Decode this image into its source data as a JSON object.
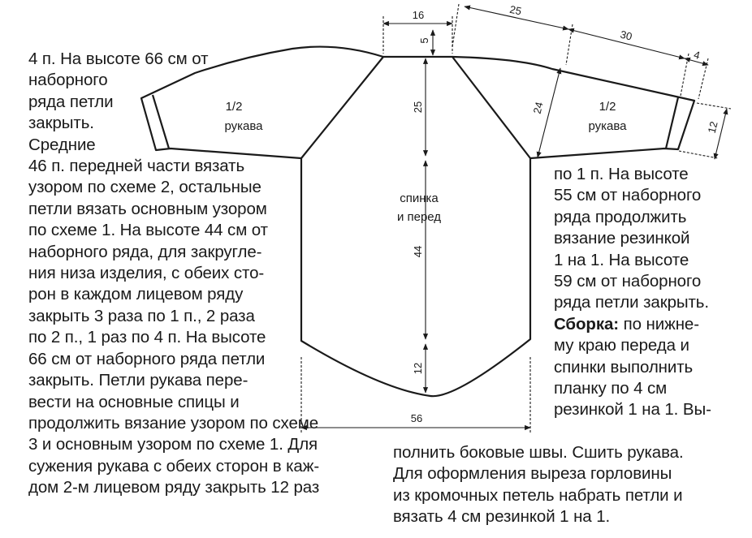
{
  "left_text": [
    "4 п. На высоте 66 см от",
    "наборного",
    "ряда петли",
    "закрыть.",
    "Средние",
    "46 п. передней части вязать",
    "узором по схеме 2, остальные",
    "петли вязать основным узором",
    "по схеме 1. На высоте 44 см от",
    "наборного ряда, для закругле-",
    "ния низа изделия, с обеих сто-",
    "рон в каждом лицевом ряду",
    "закрыть 3 раза по 1 п., 2 раза",
    "по 2 п., 1 раз по 4 п. На высоте",
    "66 см от наборного ряда петли",
    "закрыть. Петли  рукава пере-",
    "вести на основные спицы и",
    "продолжить вязание узором по схеме",
    "3 и основным узором по схеме 1. Для",
    "сужения рукава с обеих сторон в каж-",
    "дом 2-м лицевом ряду закрыть 12 раз"
  ],
  "right_text": [
    "по 1 п. На высоте",
    "55 см от наборного",
    "ряда продолжить",
    "вязание резинкой",
    "1 на 1. На высоте",
    "59 см от наборного",
    "ряда петли закрыть."
  ],
  "assembly": {
    "heading": "Сборка:",
    "first_line_rest": " по нижне-",
    "lines": [
      "му краю переда и",
      "спинки выполнить",
      "планку по 4 см",
      "резинкой 1 на 1. Вы-"
    ]
  },
  "bottom_text": [
    "полнить боковые швы. Сшить рукава.",
    "Для оформления выреза горловины",
    "из кромочных петель  набрать петли и",
    "вязать  4 см резинкой 1 на 1."
  ],
  "diagram": {
    "body_label": [
      "спинка",
      "и перед"
    ],
    "sleeve_left_label": [
      "1/2",
      "рукава"
    ],
    "sleeve_right_label": [
      "1/2",
      "рукава"
    ],
    "dims": {
      "neck_width": "16",
      "neck_depth": "5",
      "raglan_height": "25",
      "body_height": "44",
      "hem_curve": "12",
      "body_width": "56",
      "raglan_length": "25",
      "sleeve_length": "30",
      "cuff_length": "4",
      "cuff_width": "12",
      "sleeve_width": "24"
    }
  }
}
